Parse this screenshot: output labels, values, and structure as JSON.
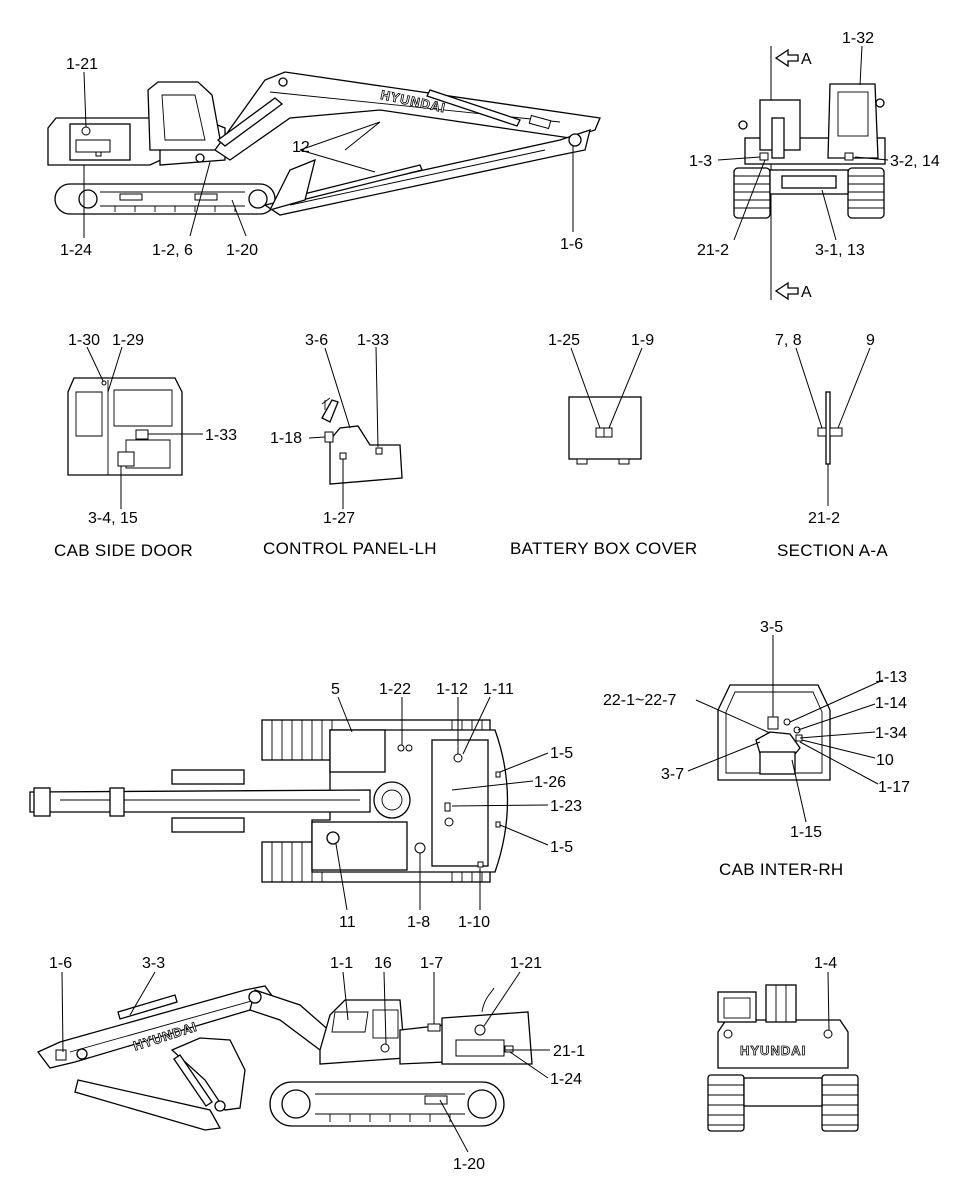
{
  "brand": "HYUNDAI",
  "section_arrow": "A",
  "titles": {
    "cab_side_door": "CAB SIDE DOOR",
    "control_panel": "CONTROL PANEL-LH",
    "battery_cover": "BATTERY BOX COVER",
    "section_aa": "SECTION A-A",
    "cab_inter": "CAB INTER-RH"
  },
  "labels": {
    "side_top": [
      "1-21",
      "12",
      "1-24",
      "1-2, 6",
      "1-20",
      "1-6"
    ],
    "front_top": [
      "1-32",
      "1-3",
      "3-2, 14",
      "21-2",
      "3-1, 13"
    ],
    "cab_door": [
      "1-30",
      "1-29",
      "1-33",
      "3-4, 15"
    ],
    "control": [
      "3-6",
      "1-33",
      "1-18",
      "1-27"
    ],
    "battery": [
      "1-25",
      "1-9"
    ],
    "section": [
      "7, 8",
      "9",
      "21-2"
    ],
    "plan": [
      "5",
      "1-22",
      "1-12",
      "1-11",
      "1-5",
      "1-26",
      "1-23",
      "1-5",
      "11",
      "1-8",
      "1-10"
    ],
    "cab_inter": [
      "3-5",
      "1-13",
      "22-1~22-7",
      "1-14",
      "1-34",
      "10",
      "3-7",
      "1-17",
      "1-15"
    ],
    "side_bottom": [
      "1-6",
      "3-3",
      "1-1",
      "16",
      "1-7",
      "1-21",
      "21-1",
      "1-24",
      "1-20"
    ],
    "rear": [
      "1-4"
    ]
  }
}
